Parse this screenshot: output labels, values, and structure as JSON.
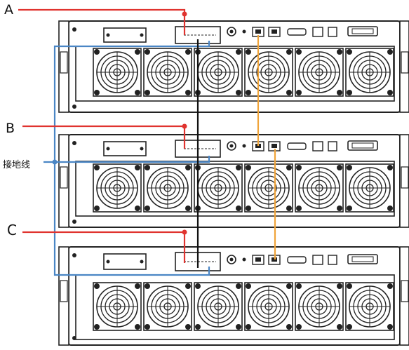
{
  "labels": {
    "a": "A",
    "b": "B",
    "c": "C",
    "ground": "接地线"
  },
  "colors": {
    "red_wire": "#e0332f",
    "blue_wire": "#4a86c5",
    "black_wire": "#111111",
    "orange_wire": "#f0a43a",
    "chassis_outline": "#222222"
  },
  "units": [
    "unit-top",
    "unit-middle",
    "unit-bottom"
  ]
}
